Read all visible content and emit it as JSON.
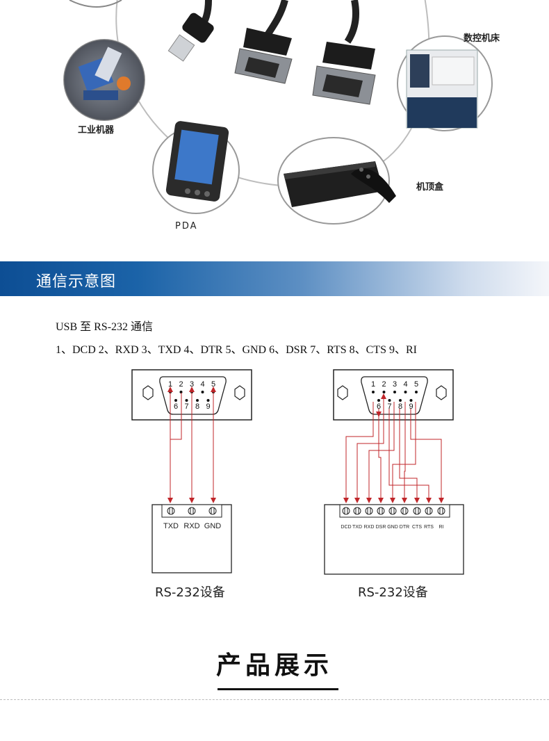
{
  "apps": {
    "labels": {
      "industrial": "工业机器",
      "cnc": "数控机床",
      "pda": "PDA",
      "settop": "机顶盒"
    }
  },
  "section": {
    "title": "通信示意图"
  },
  "text": {
    "line1": "USB 至 RS-232 通信",
    "line2": "1、DCD 2、RXD 3、TXD 4、DTR 5、GND 6、DSR 7、RTS 8、CTS 9、RI"
  },
  "left_diagram": {
    "top_pins": [
      "1",
      "2",
      "3",
      "4",
      "5"
    ],
    "bottom_pins": [
      "6",
      "7",
      "8",
      "9"
    ],
    "terminal_labels": [
      "TXD",
      "RXD",
      "GND"
    ],
    "caption": "RS-232设备"
  },
  "right_diagram": {
    "top_pins": [
      "1",
      "2",
      "3",
      "4",
      "5"
    ],
    "bottom_pins": [
      "6",
      "7",
      "8",
      "9"
    ],
    "terminal_labels": [
      "DCD",
      "TXD",
      "RXD",
      "DSR",
      "GND",
      "DTR",
      "CTS",
      "RTS",
      "RI"
    ],
    "caption": "RS-232设备"
  },
  "products": {
    "title": "产品展示"
  },
  "colors": {
    "arrow": "#c0262a",
    "bar_start": "#0d4e94"
  }
}
